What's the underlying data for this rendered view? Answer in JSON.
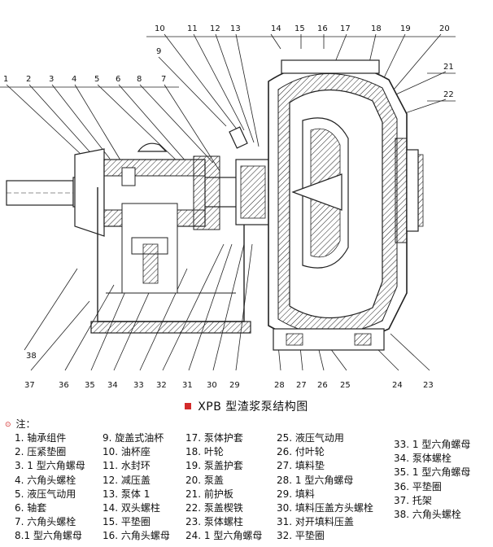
{
  "title": "XPB 型渣浆泵结构图",
  "note_label": "注：",
  "callouts_top": [
    "10",
    "11",
    "12",
    "13",
    "14",
    "15",
    "16",
    "17",
    "18",
    "19",
    "20",
    "9",
    "21",
    "22",
    "1",
    "2",
    "3",
    "4",
    "5",
    "6",
    "8",
    "7"
  ],
  "callouts_bottom": [
    "38",
    "37",
    "36",
    "35",
    "34",
    "33",
    "32",
    "31",
    "30",
    "29",
    "28",
    "27",
    "26",
    "25",
    "24",
    "23"
  ],
  "legend": {
    "col1": [
      "1. 轴承组件",
      "2. 压紧垫圈",
      "3. 1 型六角螺母",
      "4. 六角头螺栓",
      "5. 液压气动用",
      "6. 轴套",
      "7. 六角头螺栓",
      "8.1 型六角螺母"
    ],
    "col2": [
      "9. 旋盖式油杯",
      "10. 油杯座",
      "11. 水封环",
      "12. 减压盖",
      "13. 泵体 1",
      "14. 双头螺柱",
      "15. 平垫圈",
      "16. 六角头螺母"
    ],
    "col3": [
      "17. 泵体护套",
      "18. 叶轮",
      "19. 泵盖护套",
      "20. 泵盖",
      "21. 前护板",
      "22. 泵盖楔铁",
      "23. 泵体螺柱",
      "24. 1 型六角螺母"
    ],
    "col4": [
      "25. 液压气动用",
      "26. 付叶轮",
      "27. 填料垫",
      "28. 1 型六角螺母",
      "29. 填料",
      "30. 填料压盖方头螺栓",
      "31. 对开填料压盖",
      "32. 平垫圈"
    ],
    "col5": [
      "33. 1 型六角螺母",
      "34. 泵体螺栓",
      "35. 1 型六角螺母",
      "36. 平垫圈",
      "37. 托架",
      "38. 六角头螺栓"
    ]
  }
}
